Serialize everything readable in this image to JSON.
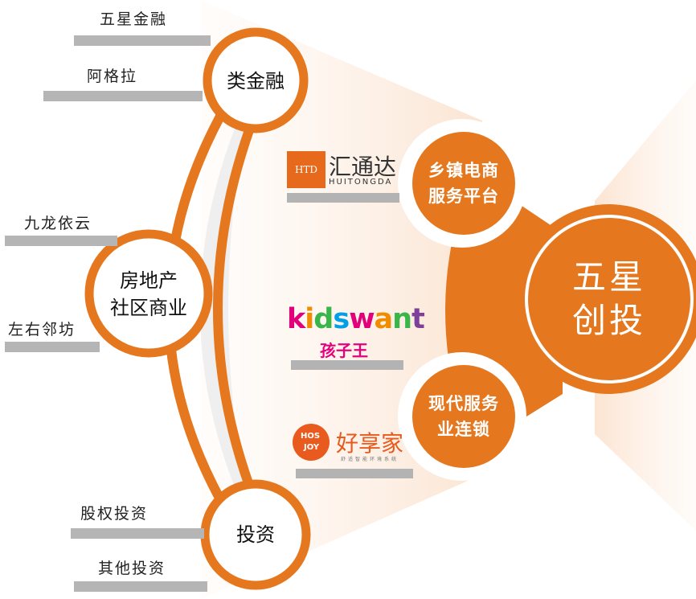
{
  "diagram": {
    "center": {
      "line1": "五星",
      "line2": "创投"
    },
    "services": [
      {
        "line1": "乡镇电商",
        "line2": "服务平台"
      },
      {
        "line1": "现代服务",
        "line2": "业连锁"
      }
    ],
    "nodes": [
      {
        "line1": "类金融",
        "line2": ""
      },
      {
        "line1": "房地产",
        "line2": "社区商业"
      },
      {
        "line1": "投资",
        "line2": ""
      }
    ],
    "leaves": [
      "五星金融",
      "阿格拉",
      "九龙依云",
      "左右邻坊",
      "股权投资",
      "其他投资"
    ],
    "logos": {
      "htd": {
        "box": "HTD",
        "name_cn": "汇通达",
        "name_en": "HUITONGDA"
      },
      "kidswant": {
        "name_en_parts": [
          "k",
          "i",
          "d",
          "s",
          "w",
          "a",
          "n",
          "t"
        ],
        "name_cn": "孩子王"
      },
      "hosjoy": {
        "mark_line1": "HOS",
        "mark_line2": "JOY",
        "name_cn": "好享家",
        "tagline": "舒适智能环境系统"
      }
    },
    "colors": {
      "orange": "#e5781f",
      "orange_light": "#f4c7a0",
      "gray_bar": "#b5b5b5",
      "kid_colors": [
        "#e2007a",
        "#f08c00",
        "#3ab54a",
        "#00a0e9",
        "#e2007a",
        "#f08c00",
        "#3ab54a",
        "#7d3f98"
      ]
    }
  }
}
